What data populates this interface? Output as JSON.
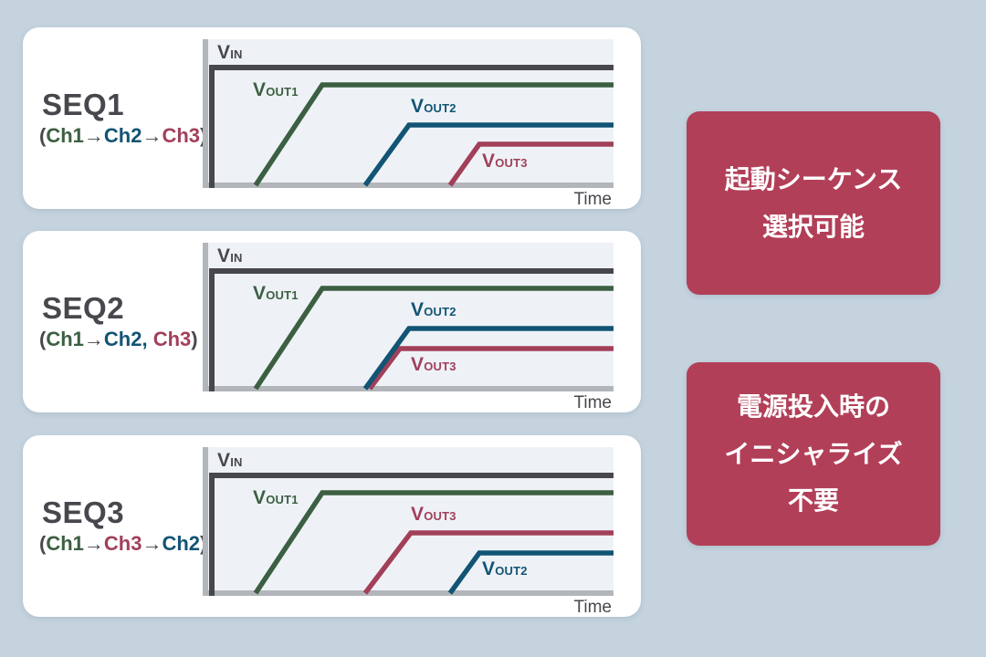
{
  "colors": {
    "page_bg": "#c4d3de",
    "card_bg": "#ffffff",
    "chart_bg": "#eef2f6",
    "axis_gray": "#b2b6ba",
    "dark": "#47474d",
    "ch1": "#3c5f42",
    "ch2": "#125474",
    "ch3": "#a23f59",
    "badge_bg": "#b23f58",
    "badge_text": "#ffffff"
  },
  "cards": [
    {
      "title": "SEQ1",
      "order": [
        {
          "text": "(",
          "color": "dark"
        },
        {
          "text": "Ch1",
          "color": "ch1"
        },
        {
          "text": "→",
          "color": "dark"
        },
        {
          "text": "Ch2",
          "color": "ch2"
        },
        {
          "text": "→",
          "color": "dark"
        },
        {
          "text": "Ch3",
          "color": "ch3"
        },
        {
          "text": ")",
          "color": "dark"
        }
      ],
      "chart": {
        "time_label": "Time",
        "series": [
          {
            "key": "vin",
            "color": "dark",
            "width": 6,
            "label": {
              "main": "V",
              "sub": "IN",
              "x": 16,
              "y": 4
            },
            "points": [
              [
                10,
                163
              ],
              [
                10,
                31
              ],
              [
                450,
                31
              ]
            ]
          },
          {
            "key": "vout1",
            "color": "ch1",
            "width": 5.5,
            "label": {
              "main": "V",
              "sub": "OUT1",
              "x": 55,
              "y": 45
            },
            "points": [
              [
                58,
                160
              ],
              [
                131,
                50
              ],
              [
                450,
                50
              ]
            ]
          },
          {
            "key": "vout2",
            "color": "ch2",
            "width": 5.5,
            "label": {
              "main": "V",
              "sub": "OUT2",
              "x": 228,
              "y": 63
            },
            "points": [
              [
                178,
                160
              ],
              [
                226,
                94
              ],
              [
                450,
                94
              ]
            ]
          },
          {
            "key": "vout3",
            "color": "ch3",
            "width": 5.5,
            "label": {
              "main": "V",
              "sub": "OUT3",
              "x": 306,
              "y": 123
            },
            "points": [
              [
                271,
                160
              ],
              [
                303,
                115
              ],
              [
                450,
                115
              ]
            ]
          }
        ]
      }
    },
    {
      "title": "SEQ2",
      "order": [
        {
          "text": "(",
          "color": "dark"
        },
        {
          "text": "Ch1",
          "color": "ch1"
        },
        {
          "text": "→",
          "color": "dark"
        },
        {
          "text": "Ch2,",
          "color": "ch2"
        },
        {
          "text": " ",
          "color": "dark"
        },
        {
          "text": "Ch3",
          "color": "ch3"
        },
        {
          "text": ")",
          "color": "dark"
        }
      ],
      "chart": {
        "time_label": "Time",
        "series": [
          {
            "key": "vin",
            "color": "dark",
            "width": 6,
            "label": {
              "main": "V",
              "sub": "IN",
              "x": 16,
              "y": 4
            },
            "points": [
              [
                10,
                163
              ],
              [
                10,
                31
              ],
              [
                450,
                31
              ]
            ]
          },
          {
            "key": "vout1",
            "color": "ch1",
            "width": 5.5,
            "label": {
              "main": "V",
              "sub": "OUT1",
              "x": 55,
              "y": 45
            },
            "points": [
              [
                58,
                160
              ],
              [
                131,
                50
              ],
              [
                450,
                50
              ]
            ]
          },
          {
            "key": "vout3",
            "color": "ch3",
            "width": 5.5,
            "label": {
              "main": "V",
              "sub": "OUT3",
              "x": 228,
              "y": 123
            },
            "points": [
              [
                183,
                160
              ],
              [
                216,
                116
              ],
              [
                450,
                116
              ]
            ]
          },
          {
            "key": "vout2",
            "color": "ch2",
            "width": 5.5,
            "label": {
              "main": "V",
              "sub": "OUT2",
              "x": 228,
              "y": 63
            },
            "points": [
              [
                178,
                160
              ],
              [
                226,
                94
              ],
              [
                450,
                94
              ]
            ]
          }
        ]
      }
    },
    {
      "title": "SEQ3",
      "order": [
        {
          "text": "(",
          "color": "dark"
        },
        {
          "text": "Ch1",
          "color": "ch1"
        },
        {
          "text": "→",
          "color": "dark"
        },
        {
          "text": "Ch3",
          "color": "ch3"
        },
        {
          "text": "→",
          "color": "dark"
        },
        {
          "text": "Ch2",
          "color": "ch2"
        },
        {
          "text": ")",
          "color": "dark"
        }
      ],
      "chart": {
        "time_label": "Time",
        "series": [
          {
            "key": "vin",
            "color": "dark",
            "width": 6,
            "label": {
              "main": "V",
              "sub": "IN",
              "x": 16,
              "y": 4
            },
            "points": [
              [
                10,
                163
              ],
              [
                10,
                31
              ],
              [
                450,
                31
              ]
            ]
          },
          {
            "key": "vout1",
            "color": "ch1",
            "width": 5.5,
            "label": {
              "main": "V",
              "sub": "OUT1",
              "x": 55,
              "y": 45
            },
            "points": [
              [
                58,
                160
              ],
              [
                131,
                50
              ],
              [
                450,
                50
              ]
            ]
          },
          {
            "key": "vout3",
            "color": "ch3",
            "width": 5.5,
            "label": {
              "main": "V",
              "sub": "OUT3",
              "x": 228,
              "y": 63
            },
            "points": [
              [
                178,
                160
              ],
              [
                228,
                94
              ],
              [
                450,
                94
              ]
            ]
          },
          {
            "key": "vout2",
            "color": "ch2",
            "width": 5.5,
            "label": {
              "main": "V",
              "sub": "OUT2",
              "x": 306,
              "y": 123
            },
            "points": [
              [
                271,
                160
              ],
              [
                303,
                116
              ],
              [
                450,
                116
              ]
            ]
          }
        ]
      }
    }
  ],
  "badges": [
    {
      "text": "起動シーケンス\n選択可能"
    },
    {
      "text": "電源投入時の\nイニシャライズ\n不要"
    }
  ],
  "card_tops": [
    30,
    253,
    477
  ]
}
